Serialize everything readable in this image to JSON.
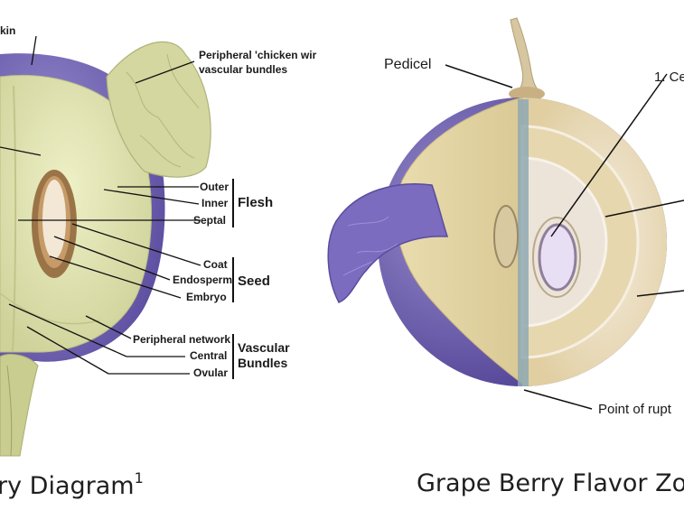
{
  "left_diagram": {
    "labels": {
      "skin": "kin",
      "peripheral_chicken_wire_line1": "Peripheral 'chicken wir",
      "peripheral_chicken_wire_line2": "vascular bundles",
      "flesh_outer": "Outer",
      "flesh_inner": "Inner",
      "flesh_septal": "Septal",
      "flesh_group": "Flesh",
      "seed_coat": "Coat",
      "seed_endosperm": "Endosperm",
      "seed_embryo": "Embryo",
      "seed_group": "Seed",
      "vb_peripheral_network": "Peripheral network",
      "vb_central": "Central",
      "vb_ovular": "Ovular",
      "vb_group_line1": "Vascular",
      "vb_group_line2": "Bundles"
    },
    "caption_text": "ry Diagram",
    "caption_sup": "1"
  },
  "right_diagram": {
    "labels": {
      "pedicel": "Pedicel",
      "zone1": "1. Ce",
      "point_of_rupture": "Point of rupt"
    },
    "caption_text": "Grape  Berry Flavor Zor"
  },
  "colors": {
    "flesh": "#dfe1ad",
    "skin": "#7868b6",
    "seed_outer": "#9a7447",
    "seed_inner": "#f3e7d6",
    "right_flesh": "#e4d4a8",
    "right_cut_center": "#e6ddd3"
  }
}
